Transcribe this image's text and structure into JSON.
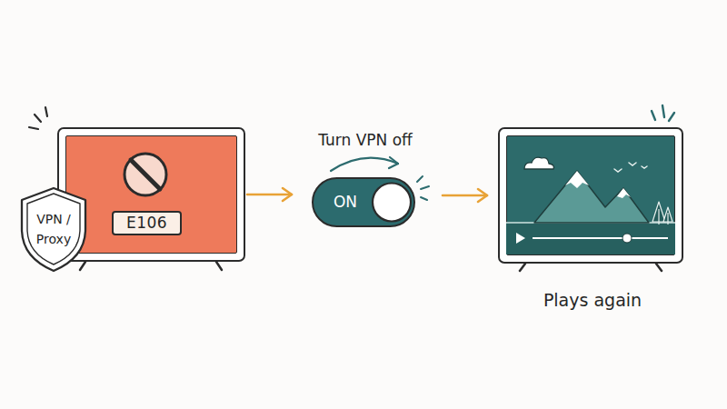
{
  "diagram": {
    "nodes": [
      {
        "text": [
          "E106"
        ]
      },
      {
        "text": [
          "VPN / Proxy"
        ]
      },
      {
        "text": [
          "Turn VPN off",
          "ON"
        ]
      },
      {
        "text": [
          "Plays again"
        ]
      }
    ],
    "edges": [
      {
        "from": 0,
        "to": 2,
        "arrow": "to"
      },
      {
        "from": 2,
        "to": 3,
        "arrow": "to"
      }
    ]
  }
}
